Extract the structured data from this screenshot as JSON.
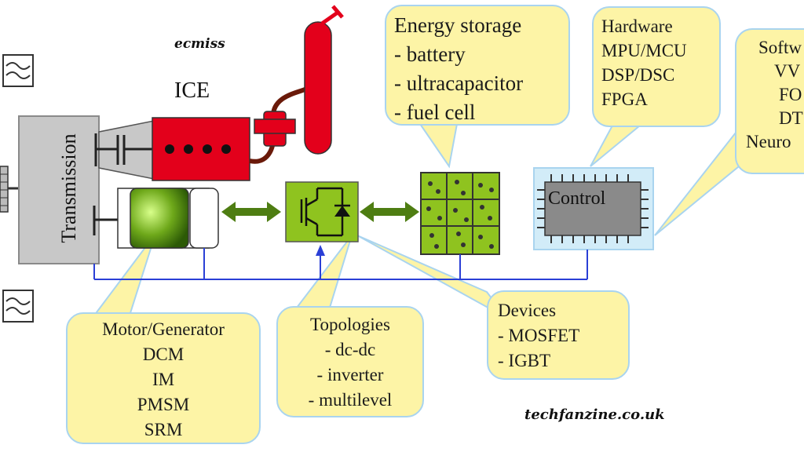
{
  "watermarks": {
    "top": "ecmiss",
    "bottom": "techfanzine.co.uk"
  },
  "components": {
    "transmission": "Transmission",
    "engine": "ICE",
    "control": "Control"
  },
  "callouts": {
    "energy_storage": {
      "title": "Energy storage",
      "items": [
        "- battery",
        "- ultracapacitor",
        "- fuel cell"
      ]
    },
    "hardware": {
      "title": "Hardware",
      "items": [
        "MPU/MCU",
        "DSP/DSC",
        "FPGA"
      ]
    },
    "software": {
      "title": "Softw",
      "items": [
        "VV",
        "FO",
        "DT",
        "Neuro"
      ]
    },
    "motor_generator": {
      "title": "Motor/Generator",
      "items": [
        "DCM",
        "IM",
        "PMSM",
        "SRM"
      ]
    },
    "topologies": {
      "title": "Topologies",
      "items": [
        "- dc-dc",
        "- inverter",
        "- multilevel"
      ]
    },
    "devices": {
      "title": "Devices",
      "items": [
        "- MOSFET",
        "- IGBT"
      ]
    }
  },
  "colors": {
    "engine_red": "#e3001b",
    "green_block": "#8fc31f",
    "bus_blue": "#2a3fd6",
    "callout_fill": "#fdf4a6",
    "callout_border": "#a9d4ef",
    "arrow_green": "#4e7d12"
  }
}
